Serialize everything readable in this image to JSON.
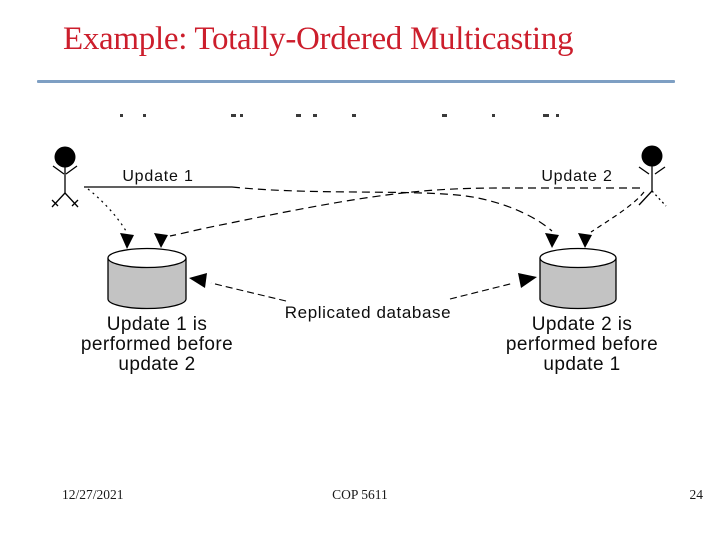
{
  "slide": {
    "title": "Example: Totally-Ordered Multicasting",
    "title_color": "#cc1e2c",
    "divider_color": "#7e9fc3",
    "background_color": "#ffffff"
  },
  "diagram": {
    "update1_label": "Update 1",
    "update2_label": "Update 2",
    "replicated_db_label": "Replicated database",
    "left_db_caption": [
      "Update 1 is",
      "performed before",
      "update 2"
    ],
    "right_db_caption": [
      "Update 2 is",
      "performed before",
      "update 1"
    ],
    "db_fill_color": "#c3c3c3",
    "line_color": "#000000",
    "icons": {
      "left_user": "user-stick-figure-icon",
      "right_user": "user-stick-figure-icon",
      "left_db": "database-cylinder-icon",
      "right_db": "database-cylinder-icon"
    }
  },
  "footer": {
    "date": "12/27/2021",
    "course": "COP 5611",
    "page_number": "24"
  }
}
